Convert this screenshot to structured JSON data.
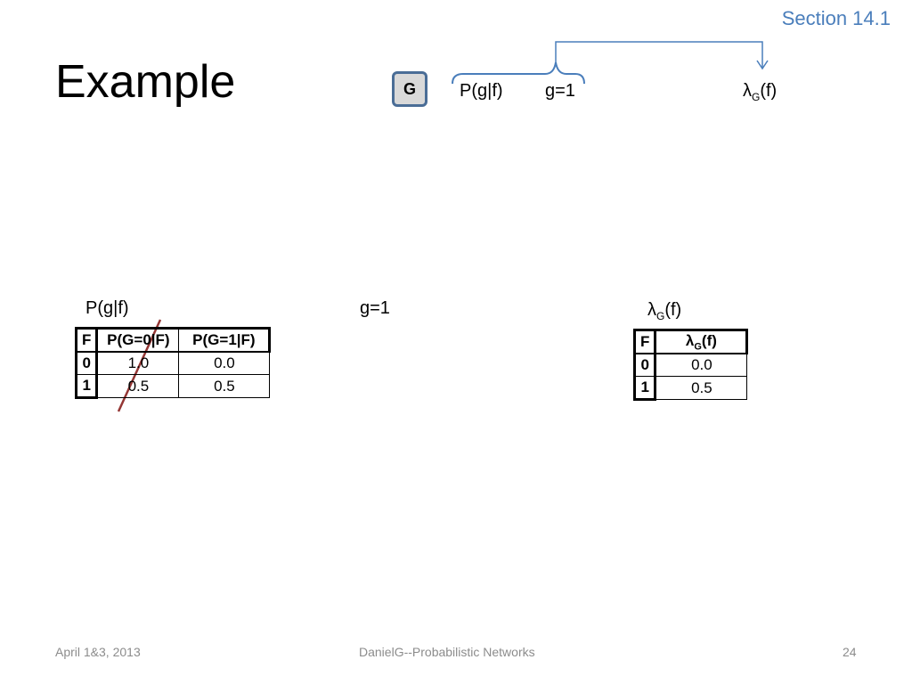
{
  "header": {
    "section": "Section 14.1",
    "title": "Example"
  },
  "diagram": {
    "node_label": "G",
    "cpt_label": "P(g|f)",
    "evidence_label": "g=1",
    "message_symbol": "λ",
    "message_sub": "G",
    "message_arg": "(f)"
  },
  "table_left": {
    "caption": "P(g|f)",
    "headers": [
      "F",
      "P(G=0|F)",
      "P(G=1|F)"
    ],
    "rows": [
      [
        "0",
        "1.0",
        "0.0"
      ],
      [
        "1",
        "0.5",
        "0.5"
      ]
    ]
  },
  "middle": {
    "evidence_label": "g=1"
  },
  "table_right": {
    "caption_symbol": "λ",
    "caption_sub": "G",
    "caption_arg": "(f)",
    "header_f": "F",
    "header_symbol": "λ",
    "header_sub": "G",
    "header_arg": "(f)",
    "rows": [
      [
        "0",
        "0.0"
      ],
      [
        "1",
        "0.5"
      ]
    ]
  },
  "footer": {
    "date": "April 1&3, 2013",
    "author": "DanielG--Probabilistic Networks",
    "page": "24"
  },
  "colors": {
    "accent": "#4a7ebb",
    "strike": "#943634",
    "node_fill": "#d9d9d9"
  }
}
